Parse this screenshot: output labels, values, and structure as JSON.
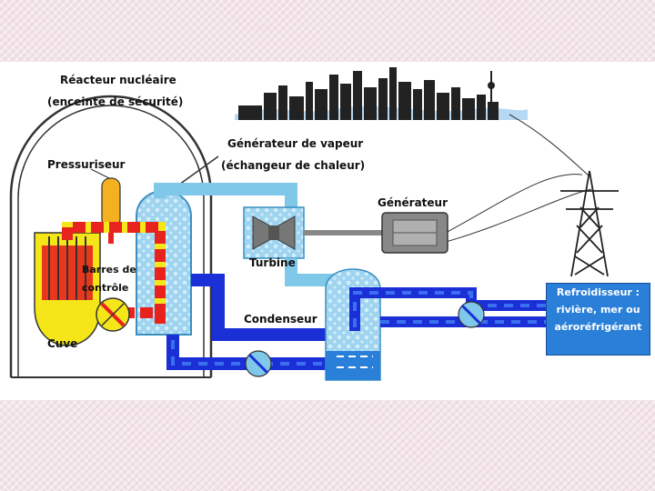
{
  "labels": {
    "reactor_title": "Réacteur nucléaire",
    "reactor_subtitle": "(enceinte de sécurité)",
    "steam_gen_title": "Générateur de vapeur",
    "steam_gen_subtitle": "(échangeur de chaleur)",
    "pressurizer": "Pressuriseur",
    "generator": "Générateur",
    "turbine": "Turbine",
    "control_rods_line1": "Barres de",
    "control_rods_line2": "contrôle",
    "condenser": "Condenseur",
    "vessel": "Cuve",
    "cooler_line1": "Refroidisseur :",
    "cooler_line2": "rivière, mer ou",
    "cooler_line3": "aéroréfrigérant"
  },
  "colors": {
    "primary_loop": "#e8231e",
    "primary_loop_alt": "#f5e61a",
    "secondary_loop": "#7fc8ea",
    "cooling_loop": "#1a2fd6",
    "cooler_box": "#2a7fd8",
    "building_outline": "#333333"
  },
  "icons": [
    "city-skyline-icon",
    "pylon-icon",
    "turbine-icon",
    "pump-icon",
    "generator-icon"
  ]
}
